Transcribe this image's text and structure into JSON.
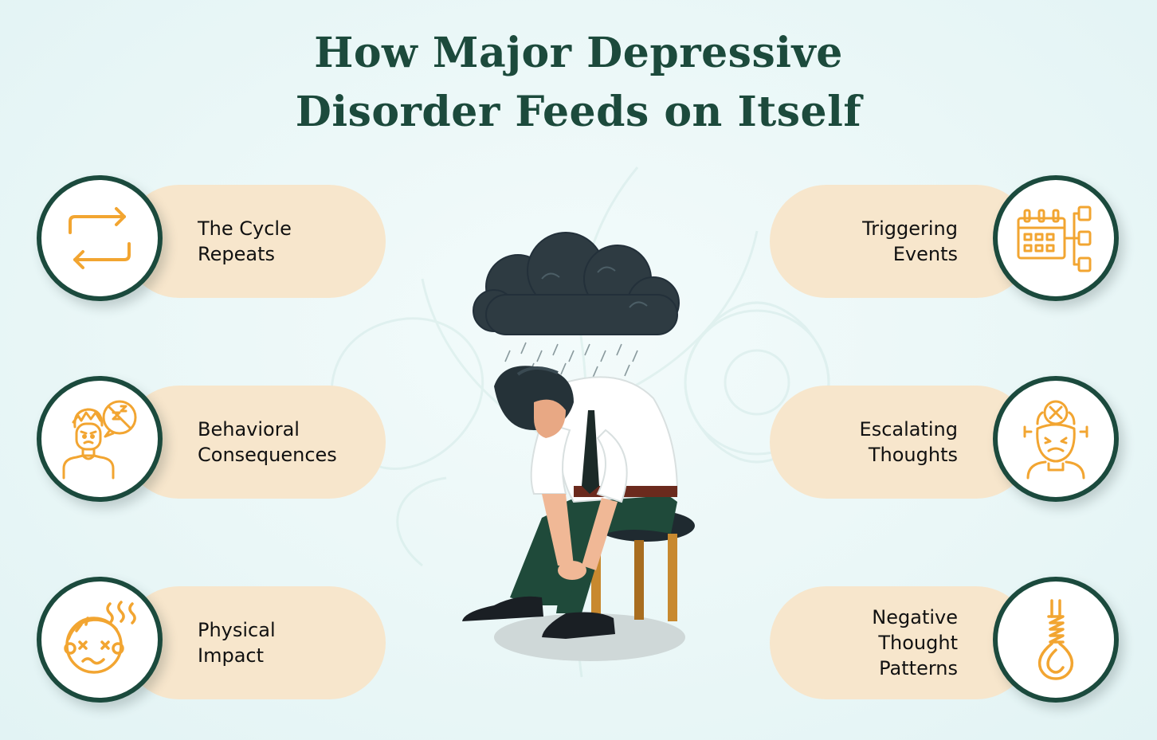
{
  "title": {
    "line1": "How Major Depressive",
    "line2": "Disorder Feeds on Itself"
  },
  "colors": {
    "title": "#1c4a3c",
    "ring": "#1b4a3d",
    "pill": "#f7e6cc",
    "icon": "#f2a531",
    "background": "#eaf7f7"
  },
  "left_items": [
    {
      "label": "The Cycle\nRepeats",
      "icon": "cycle-arrows-icon"
    },
    {
      "label": "Behavioral\nConsequences",
      "icon": "frustrated-person-icon"
    },
    {
      "label": "Physical\nImpact",
      "icon": "dizzy-face-icon"
    }
  ],
  "right_items": [
    {
      "label": "Triggering\nEvents",
      "icon": "calendar-flow-icon"
    },
    {
      "label": "Escalating\nThoughts",
      "icon": "stressed-head-icon"
    },
    {
      "label": "Negative\nThought\nPatterns",
      "icon": "noose-icon"
    }
  ]
}
